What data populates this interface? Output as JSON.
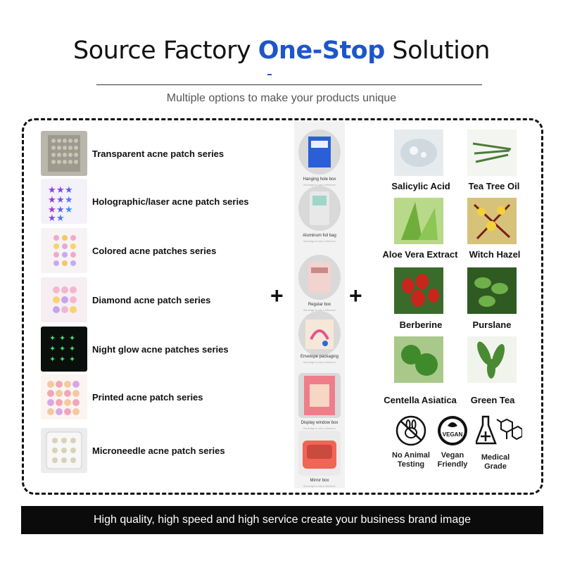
{
  "header": {
    "title_pre": "Source Factory ",
    "title_accent": "One-Stop",
    "title_post": " Solution",
    "subtitle": "Multiple options to make your products unique",
    "accent_color": "#1e56c8"
  },
  "patches": [
    {
      "label": "Transparent acne patch series",
      "icon": "transparent-patch-sheet"
    },
    {
      "label": "Holographic/laser acne patch series",
      "icon": "holographic-star-patches"
    },
    {
      "label": "Colored acne patches series",
      "icon": "colored-butterfly-patches"
    },
    {
      "label": "Diamond acne patch series",
      "icon": "diamond-flower-patches"
    },
    {
      "label": "Night glow acne patches series",
      "icon": "night-glow-patches"
    },
    {
      "label": "Printed acne patch series",
      "icon": "printed-cat-patches"
    },
    {
      "label": "Microneedle acne patch series",
      "icon": "microneedle-patch"
    }
  ],
  "plus_symbol": "+",
  "packaging": [
    {
      "label": "Hanging hole box",
      "note": "this image is only a reference"
    },
    {
      "label": "Aluminum foil bag",
      "note": "this image is only a reference"
    },
    {
      "label": "Regular box",
      "note": "this image is only a reference"
    },
    {
      "label": "Envelope packaging",
      "note": "this image is only a reference"
    },
    {
      "label": "Display window box",
      "note": "this image is only a reference"
    },
    {
      "label": "Mirror box",
      "note": "this image is only a reference"
    }
  ],
  "ingredients": [
    {
      "label": "Salicylic Acid",
      "icon": "salicylic-acid-image"
    },
    {
      "label": "Tea Tree Oil",
      "icon": "tea-tree-image"
    },
    {
      "label": "Aloe Vera Extract",
      "icon": "aloe-vera-image"
    },
    {
      "label": "Witch Hazel",
      "icon": "witch-hazel-image"
    },
    {
      "label": "Berberine",
      "icon": "berberine-image"
    },
    {
      "label": "Purslane",
      "icon": "purslane-image"
    },
    {
      "label": "Centella Asiatica",
      "icon": "centella-image"
    },
    {
      "label": "Green Tea",
      "icon": "green-tea-image"
    }
  ],
  "badges": [
    {
      "line1": "No Animal",
      "line2": "Testing",
      "icon": "no-animal-testing-icon"
    },
    {
      "line1": "Vegan",
      "line2": "Friendly",
      "icon": "vegan-icon",
      "badge_text": "VEGAN"
    },
    {
      "line1": "Medical",
      "line2": "Grade",
      "icon": "medical-grade-icon"
    }
  ],
  "footer": {
    "text": "High quality, high speed and high service create your business brand image"
  }
}
